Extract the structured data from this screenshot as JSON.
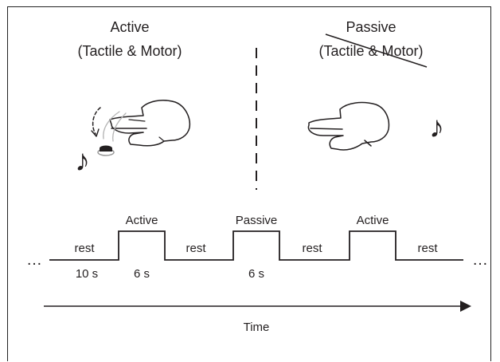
{
  "panels": {
    "active": {
      "title": "Active",
      "subtitle": "(Tactile & Motor)"
    },
    "passive": {
      "title": "Passive",
      "subtitle": "(Tactile & Motor)"
    }
  },
  "icons": {
    "music_note": "♪"
  },
  "timeline": {
    "blocks": [
      "rest",
      "Active",
      "rest",
      "Passive",
      "rest",
      "Active",
      "rest"
    ],
    "ellipsis_left": "…",
    "ellipsis_right": "…",
    "durations": {
      "rest": "10 s",
      "block": "6 s",
      "block_passive": "6 s"
    }
  },
  "time_axis": {
    "label": "Time"
  },
  "colors": {
    "ink": "#231f20",
    "button_ring": "#999999"
  }
}
